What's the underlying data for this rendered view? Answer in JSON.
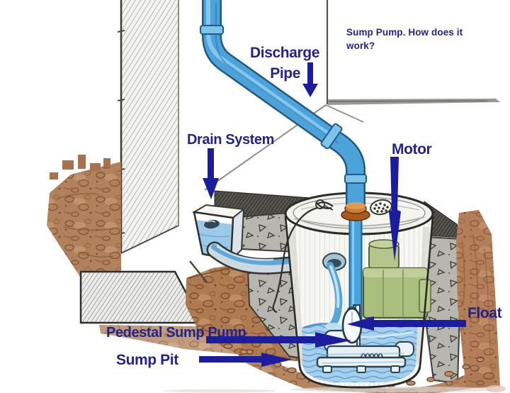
{
  "title": {
    "line1": "Sump Pump. How does it",
    "line2": "work?"
  },
  "labels": {
    "discharge_pipe": {
      "line1": "Discharge",
      "line2": "Pipe",
      "arrow_direction": "down"
    },
    "drain_system": {
      "text": "Drain System",
      "arrow_direction": "down"
    },
    "motor": {
      "text": "Motor",
      "arrow_direction": "down"
    },
    "float": {
      "text": "Float",
      "arrow_direction": "left"
    },
    "pedestal_sump_pump": {
      "text": "Pedestal Sump Pump",
      "arrow_direction": "right"
    },
    "sump_pit": {
      "text": "Sump Pit",
      "arrow_direction": "right"
    }
  },
  "colors": {
    "navy": "#23238b",
    "arrow": "#1c1c9e",
    "pipe-blue": "#4ba3d9",
    "pipe-dark": "#1d6396",
    "water": "#a6cfec",
    "water-line": "#5b9cd2",
    "motor-green": "#a9bf7e",
    "soil": "#ad7a52",
    "soil-dark": "#7c4b2b",
    "concrete": "#b7b7b0",
    "grommet": "#c4762c"
  }
}
